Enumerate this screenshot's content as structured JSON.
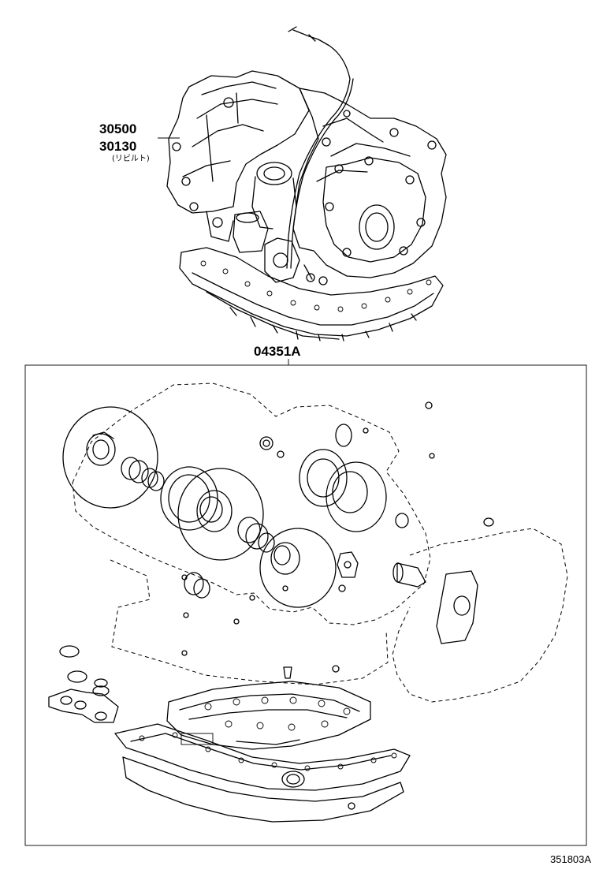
{
  "callouts": {
    "assembly_number_1": "30500",
    "assembly_number_2": "30130",
    "assembly_note": "(リビルト)",
    "gasket_kit_number": "04351A"
  },
  "illustration_id": "351803A",
  "icons": {
    "transaxle": "transmission-assembly-illustration",
    "gasket_kit": "overhaul-gasket-kit-illustration"
  },
  "colors": {
    "line": "#000000",
    "background": "#ffffff"
  }
}
